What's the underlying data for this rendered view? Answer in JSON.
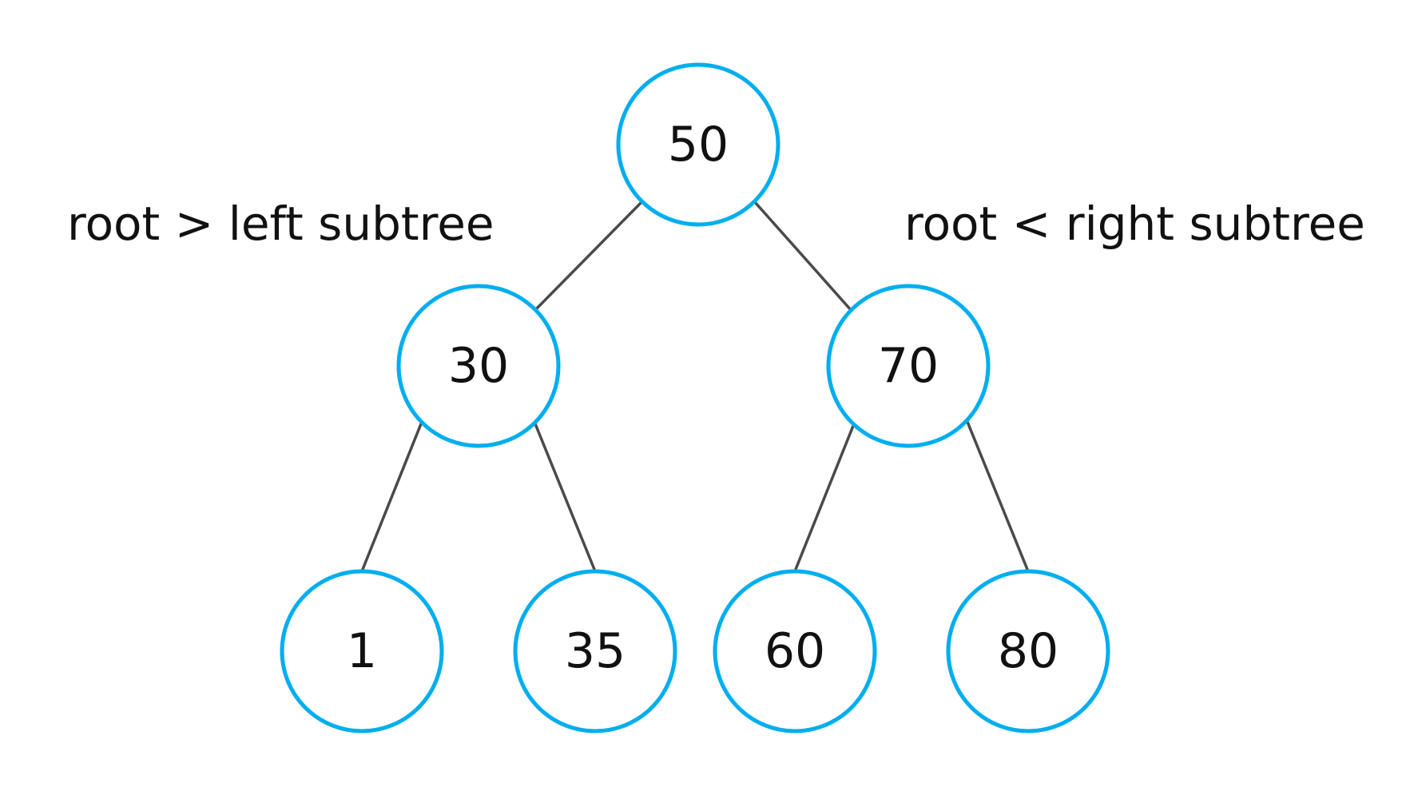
{
  "diagram": {
    "annotations": {
      "left": "root > left subtree",
      "right": "root < right subtree"
    },
    "colors": {
      "node_stroke": "#00aeef",
      "edge_stroke": "#4a4a4a",
      "text": "#111111",
      "background": "#ffffff"
    },
    "nodes": [
      {
        "id": "n50",
        "label": "50"
      },
      {
        "id": "n30",
        "label": "30"
      },
      {
        "id": "n70",
        "label": "70"
      },
      {
        "id": "n1",
        "label": "1"
      },
      {
        "id": "n35",
        "label": "35"
      },
      {
        "id": "n60",
        "label": "60"
      },
      {
        "id": "n80",
        "label": "80"
      }
    ],
    "edges": [
      {
        "from": "n50",
        "to": "n30"
      },
      {
        "from": "n50",
        "to": "n70"
      },
      {
        "from": "n30",
        "to": "n1"
      },
      {
        "from": "n30",
        "to": "n35"
      },
      {
        "from": "n70",
        "to": "n60"
      },
      {
        "from": "n70",
        "to": "n80"
      }
    ]
  }
}
